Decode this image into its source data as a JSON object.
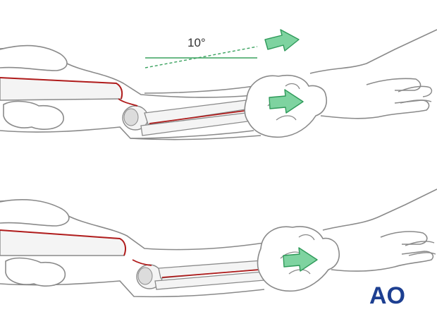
{
  "angle": {
    "label": "10°"
  },
  "logo": {
    "text": "AO"
  },
  "colors": {
    "outline": "#8a8a8a",
    "bone_fill": "#f4f4f4",
    "bone_shadow": "#dcdcdc",
    "fracture_red": "#b01c1c",
    "arrow_fill": "#7ed3a0",
    "arrow_stroke": "#2f9a5a",
    "angle_line": "#3aa25f",
    "logo_blue": "#1d3f91"
  },
  "panels": [
    {
      "id": "top",
      "title": ""
    },
    {
      "id": "bottom",
      "title": ""
    }
  ]
}
